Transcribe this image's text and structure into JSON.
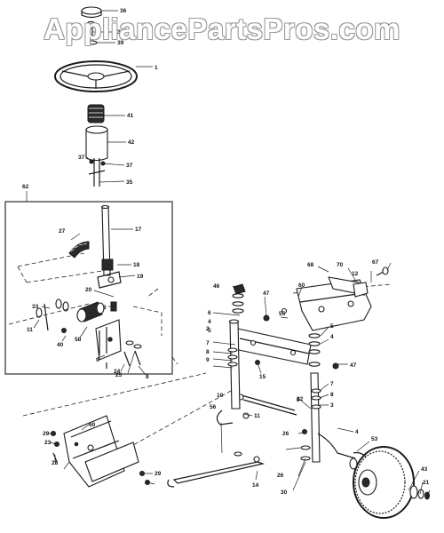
{
  "watermark": "AppliancePartsPros.com",
  "callouts": [
    {
      "id": "c36",
      "text": "36"
    },
    {
      "id": "c3",
      "text": "3"
    },
    {
      "id": "c39",
      "text": "39"
    },
    {
      "id": "c1",
      "text": "1"
    },
    {
      "id": "c41",
      "text": "41"
    },
    {
      "id": "c42",
      "text": "42"
    },
    {
      "id": "c37a",
      "text": "37"
    },
    {
      "id": "c37b",
      "text": "37"
    },
    {
      "id": "c35",
      "text": "35"
    },
    {
      "id": "c62",
      "text": "62"
    },
    {
      "id": "c27",
      "text": "27"
    },
    {
      "id": "c17",
      "text": "17"
    },
    {
      "id": "c18",
      "text": "18"
    },
    {
      "id": "c19",
      "text": "19"
    },
    {
      "id": "c20",
      "text": "20"
    },
    {
      "id": "c3b",
      "text": "3"
    },
    {
      "id": "c33",
      "text": "33"
    },
    {
      "id": "c11",
      "text": "11"
    },
    {
      "id": "c40",
      "text": "40"
    },
    {
      "id": "c58",
      "text": "58"
    },
    {
      "id": "c9a",
      "text": "9"
    },
    {
      "id": "c24",
      "text": "24"
    },
    {
      "id": "c25",
      "text": "25"
    },
    {
      "id": "c8a",
      "text": "8"
    },
    {
      "id": "c68",
      "text": "68"
    },
    {
      "id": "c70",
      "text": "70"
    },
    {
      "id": "c12",
      "text": "12"
    },
    {
      "id": "c67",
      "text": "67"
    },
    {
      "id": "c46",
      "text": "46"
    },
    {
      "id": "c47a",
      "text": "47"
    },
    {
      "id": "c60",
      "text": "60"
    },
    {
      "id": "c6a",
      "text": "6"
    },
    {
      "id": "c4a",
      "text": "4"
    },
    {
      "id": "c5a",
      "text": "5"
    },
    {
      "id": "c55",
      "text": "55"
    },
    {
      "id": "c2",
      "text": "2"
    },
    {
      "id": "c7a",
      "text": "7"
    },
    {
      "id": "c8b",
      "text": "8"
    },
    {
      "id": "c9b",
      "text": "9"
    },
    {
      "id": "c15",
      "text": "15"
    },
    {
      "id": "c5b",
      "text": "5"
    },
    {
      "id": "c4b",
      "text": "4"
    },
    {
      "id": "c47b",
      "text": "47"
    },
    {
      "id": "c7b",
      "text": "7"
    },
    {
      "id": "c8c",
      "text": "8"
    },
    {
      "id": "c3c",
      "text": "3"
    },
    {
      "id": "c9c",
      "text": "9"
    },
    {
      "id": "c10",
      "text": "10"
    },
    {
      "id": "c22",
      "text": "22"
    },
    {
      "id": "c11b",
      "text": "11"
    },
    {
      "id": "c26a",
      "text": "26"
    },
    {
      "id": "c4c",
      "text": "4"
    },
    {
      "id": "c56",
      "text": "56"
    },
    {
      "id": "c29a",
      "text": "29"
    },
    {
      "id": "c23",
      "text": "23"
    },
    {
      "id": "c60b",
      "text": "60"
    },
    {
      "id": "c28",
      "text": "28"
    },
    {
      "id": "c29b",
      "text": "29"
    },
    {
      "id": "c14",
      "text": "14"
    },
    {
      "id": "c26b",
      "text": "26"
    },
    {
      "id": "c30",
      "text": "30"
    },
    {
      "id": "c53",
      "text": "53"
    },
    {
      "id": "c43",
      "text": "43"
    },
    {
      "id": "c21",
      "text": "21"
    }
  ]
}
